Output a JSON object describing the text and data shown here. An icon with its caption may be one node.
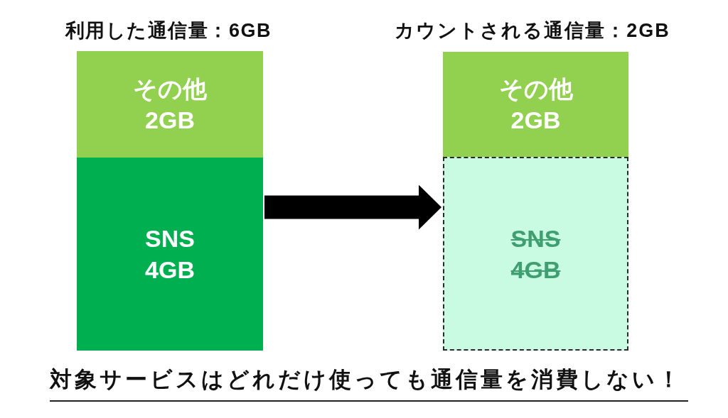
{
  "diagram": {
    "caption": "対象サービスはどれだけ使っても通信量を消費しない！",
    "nodes": [
      {
        "text": [
          "その他 2GB"
        ]
      },
      {
        "text": [
          "SNS 4GB"
        ]
      },
      {
        "text": [
          "その他 2GB"
        ]
      },
      {
        "text": [
          "SNS 4GB"
        ]
      }
    ],
    "edges": [
      {
        "from": 1,
        "to": 3,
        "arrow": "to"
      }
    ],
    "labels": [
      "利用した通信量：6GB",
      "カウントされる通信量：2GB"
    ]
  }
}
